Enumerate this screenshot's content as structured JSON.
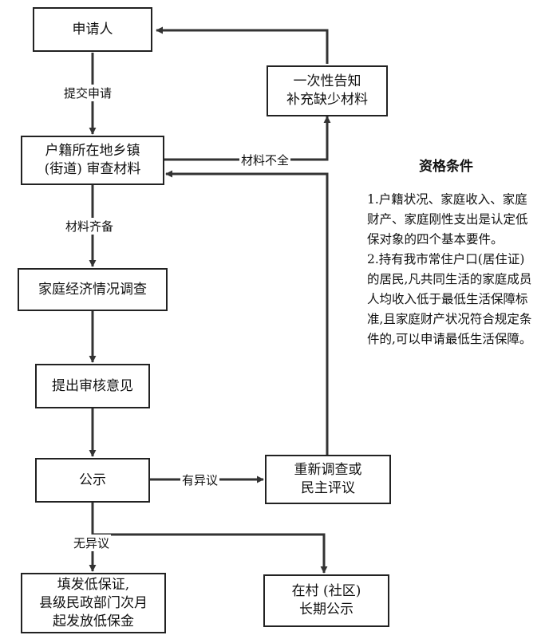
{
  "nodes": {
    "applicant": [
      "申请人"
    ],
    "review": [
      "户籍所在地乡镇",
      "(街道) 审查材料"
    ],
    "supplement": [
      "一次性告知",
      "补充缺少材料"
    ],
    "investigation": [
      "家庭经济情况调查"
    ],
    "opinion": [
      "提出审核意见"
    ],
    "publicity": [
      "公示"
    ],
    "reinvestigate": [
      "重新调查或",
      "民主评议"
    ],
    "certificate": [
      "填发低保证,",
      "县级民政部门次月",
      "起发放低保金"
    ],
    "longterm": [
      "在村 (社区)",
      "长期公示"
    ]
  },
  "edges": {
    "submit": "提交申请",
    "incomplete": "材料不全",
    "complete": "材料齐备",
    "objection": "有异议",
    "no_objection": "无异议"
  },
  "conditions": {
    "title": "资格条件",
    "items": [
      "1.户籍状况、家庭收入、家庭财产、家庭刚性支出是认定低保对象的四个基本要件。",
      "2.持有我市常住户口(居住证)的居民,凡共同生活的家庭成员人均收入低于最低生活保障标准,且家庭财产状况符合规定条件的,可以申请最低生活保障。"
    ]
  }
}
